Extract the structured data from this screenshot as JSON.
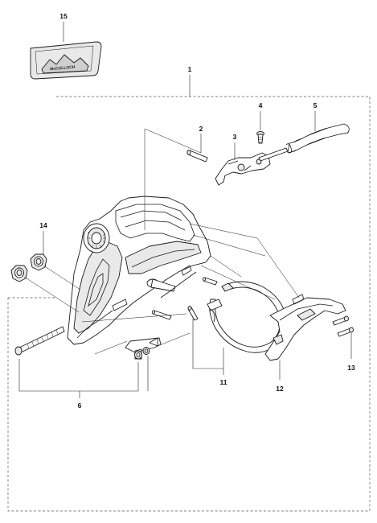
{
  "callouts": {
    "c1": "1",
    "c2": "2",
    "c3": "3",
    "c4": "4",
    "c5": "5",
    "c6": "6",
    "c11": "11",
    "c12": "12",
    "c13": "13",
    "c14": "14",
    "c15": "15"
  },
  "decal_brand": "McCULLOCH"
}
